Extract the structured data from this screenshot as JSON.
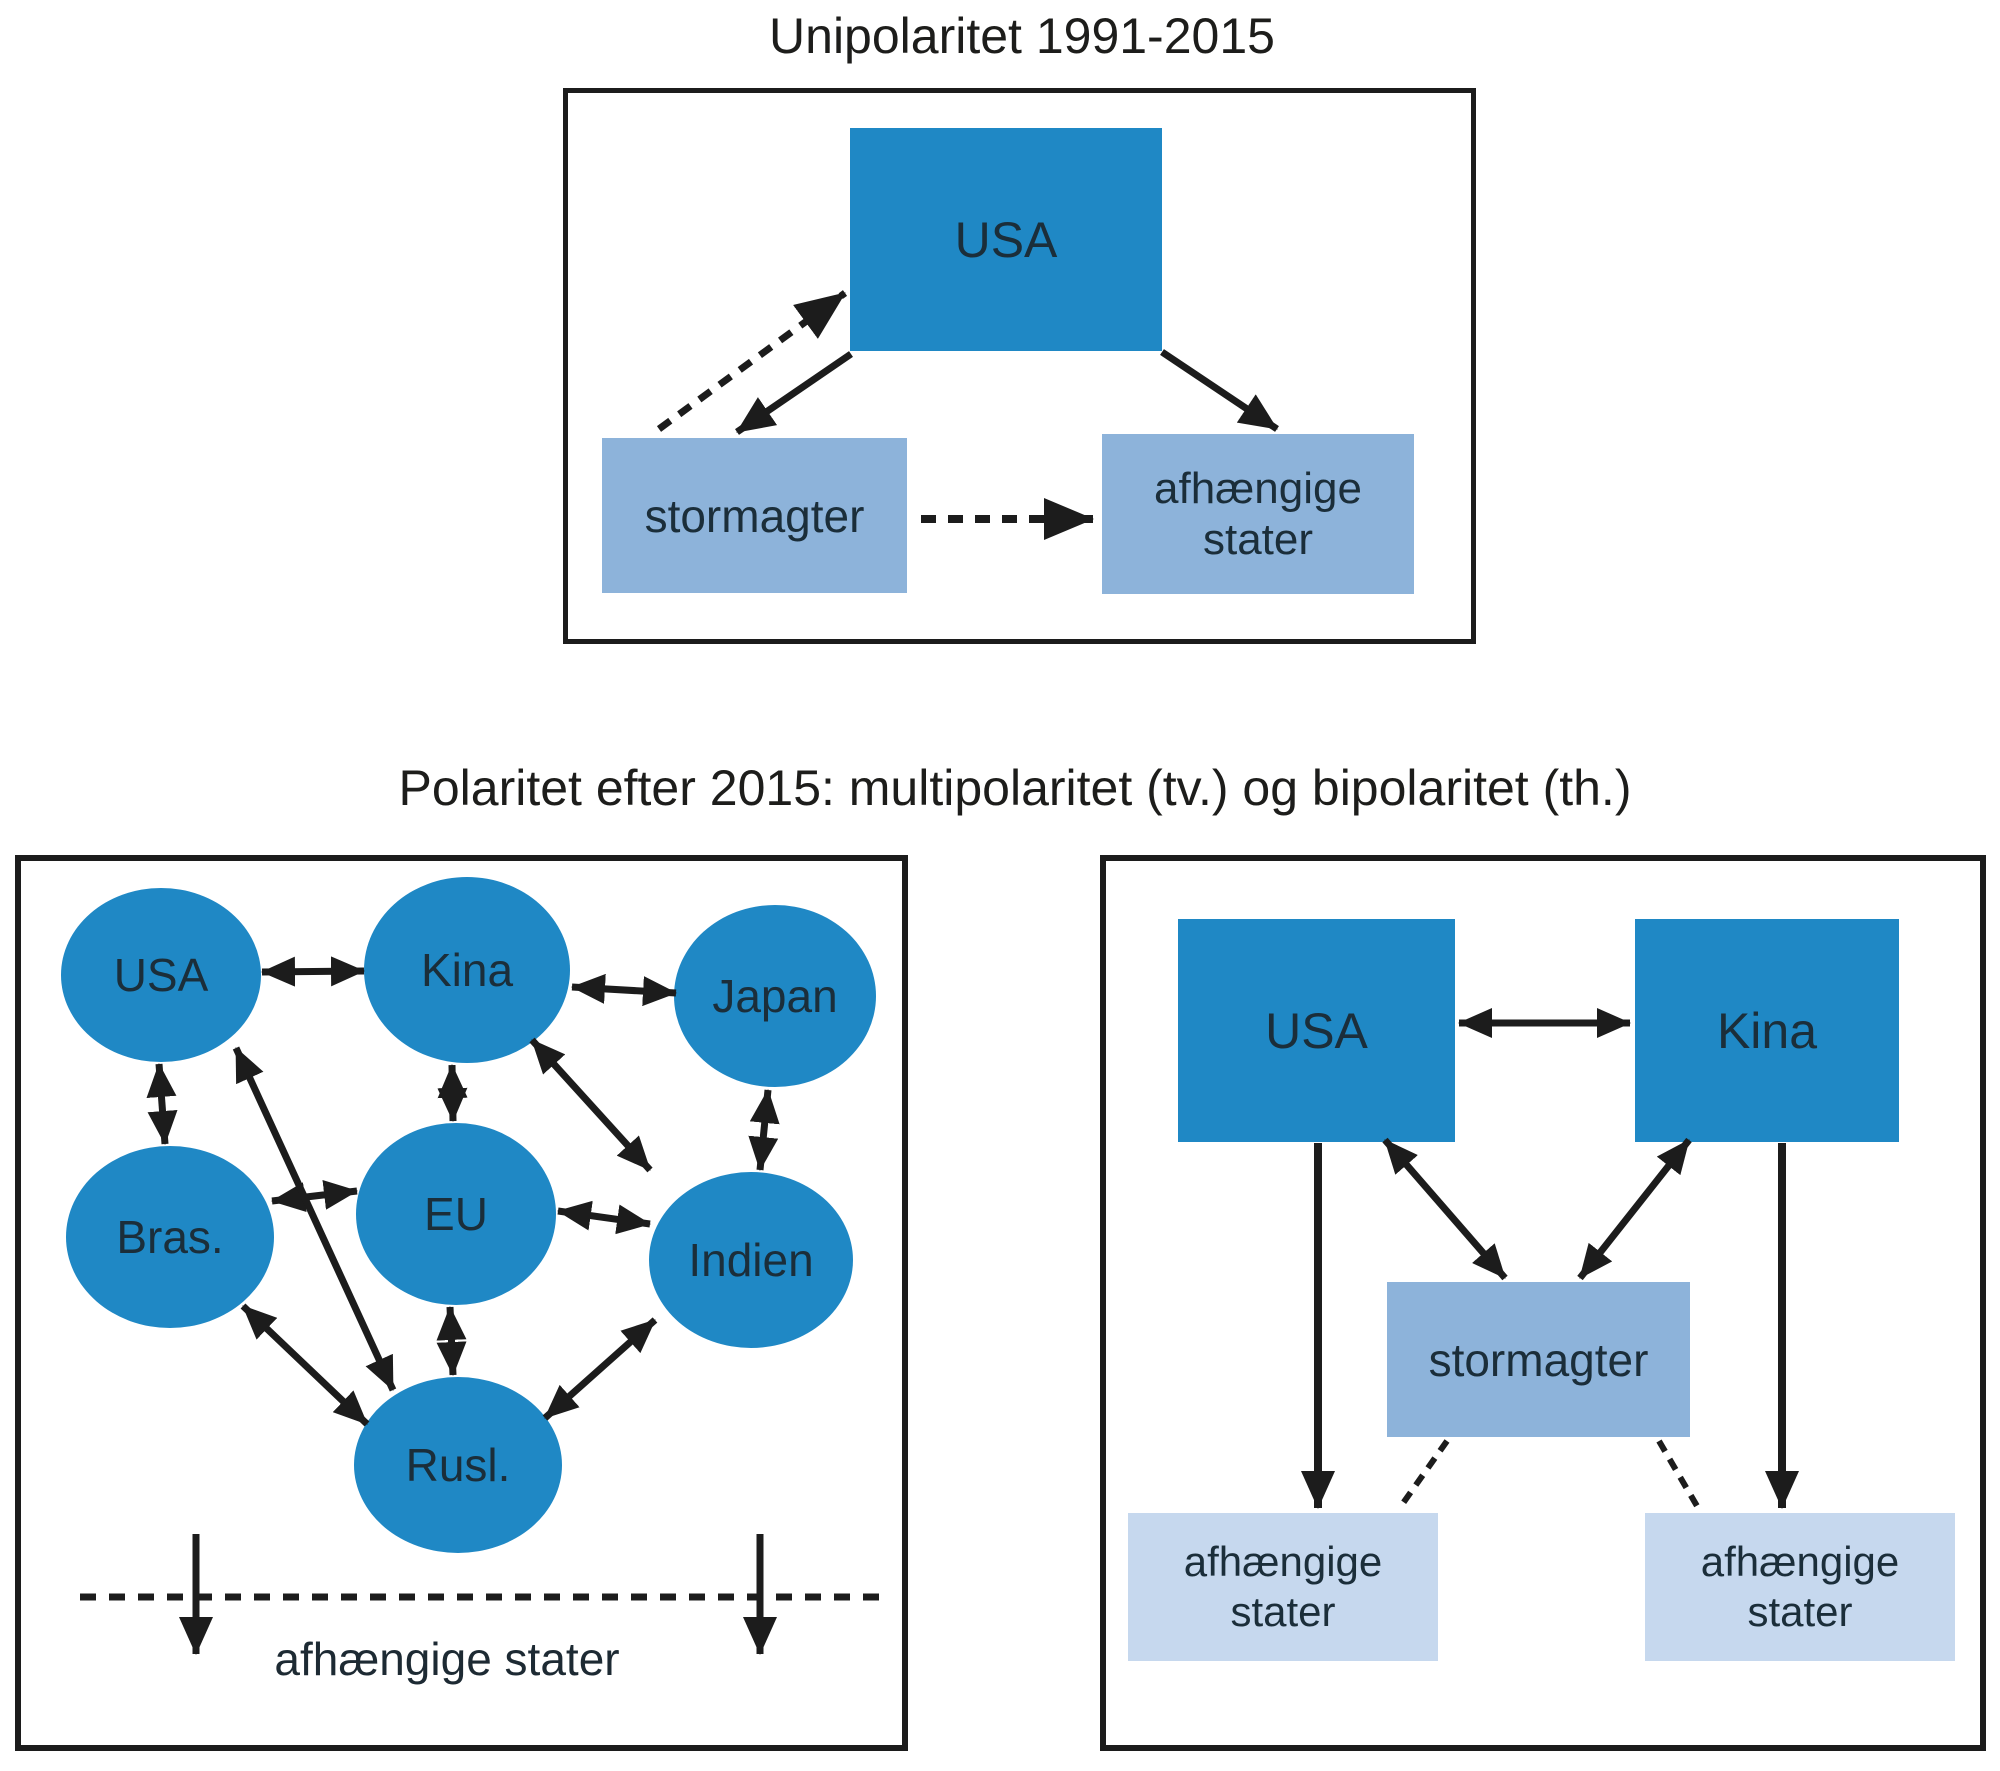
{
  "figure": {
    "top": {
      "title": "Unipolaritet 1991-2015",
      "usa": "USA",
      "stormagter": "stormagter",
      "afhaengige": "afhængige stater"
    },
    "bottom": {
      "title": "Polaritet efter 2015: multipolaritet (tv.) og bipolaritet (th.)",
      "multi": {
        "usa": "USA",
        "kina": "Kina",
        "japan": "Japan",
        "bras": "Bras.",
        "eu": "EU",
        "indien": "Indien",
        "rusl": "Rusl.",
        "afhaengige": "afhængige stater"
      },
      "bi": {
        "usa": "USA",
        "kina": "Kina",
        "stormagter": "stormagter",
        "afhaengige_left": "afhængige stater",
        "afhaengige_right": "afhængige stater"
      }
    },
    "colors": {
      "dark_blue": "#1f88c5",
      "medium_blue": "#8db3da",
      "light_blue": "#c6d8ee",
      "ink": "#1c1c1c"
    }
  }
}
